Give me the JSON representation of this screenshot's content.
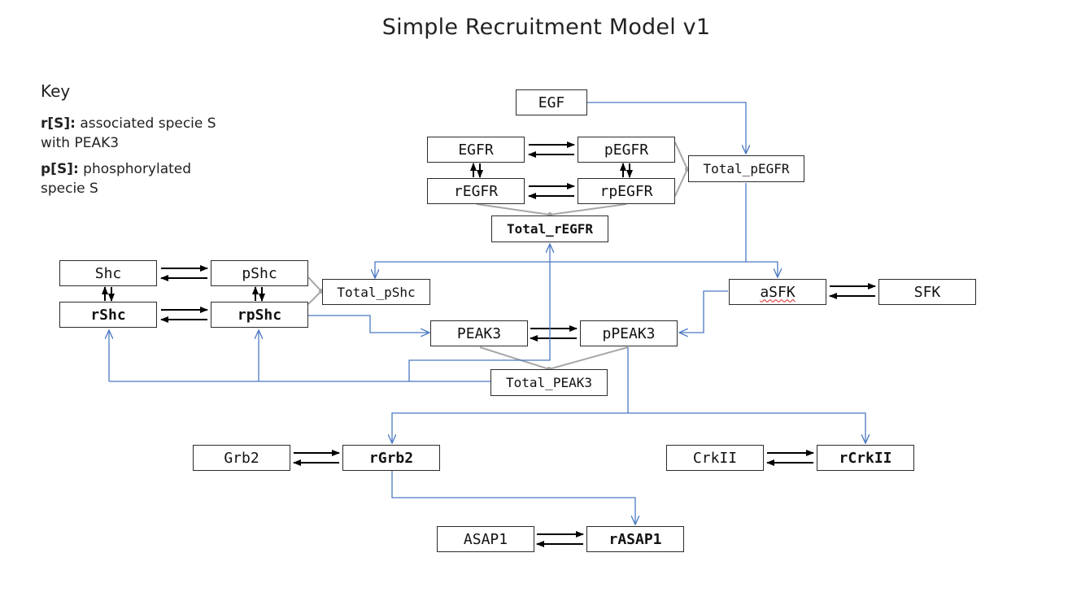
{
  "title": "Simple Recruitment Model v1",
  "key": {
    "heading": "Key",
    "r_term": "r[S]:",
    "r_desc": " associated specie S with PEAK3",
    "p_term": "p[S]:",
    "p_desc": " phosphorylated specie S"
  },
  "nodes": {
    "egf": "EGF",
    "egfr": "EGFR",
    "pegfr": "pEGFR",
    "regfr": "rEGFR",
    "rpegfr": "rpEGFR",
    "total_pegfr": "Total_pEGFR",
    "total_regfr": "Total_rEGFR",
    "shc": "Shc",
    "pshc": "pShc",
    "rshc": "rShc",
    "rpshc": "rpShc",
    "total_pshc": "Total_pShc",
    "asfk": "aSFK",
    "sfk": "SFK",
    "peak3": "PEAK3",
    "ppeak3": "pPEAK3",
    "total_peak3": "Total_PEAK3",
    "grb2": "Grb2",
    "rgrb2": "rGrb2",
    "crkii": "CrkII",
    "rcrkii": "rCrkII",
    "asap1": "ASAP1",
    "rasap1": "rASAP1"
  },
  "colors": {
    "reaction_arrow": "#000000",
    "influence_line": "#4a78c2",
    "sum_line": "#a6a6a6",
    "box_border": "#2b2b2b",
    "spell_underline": "#dd2222"
  }
}
